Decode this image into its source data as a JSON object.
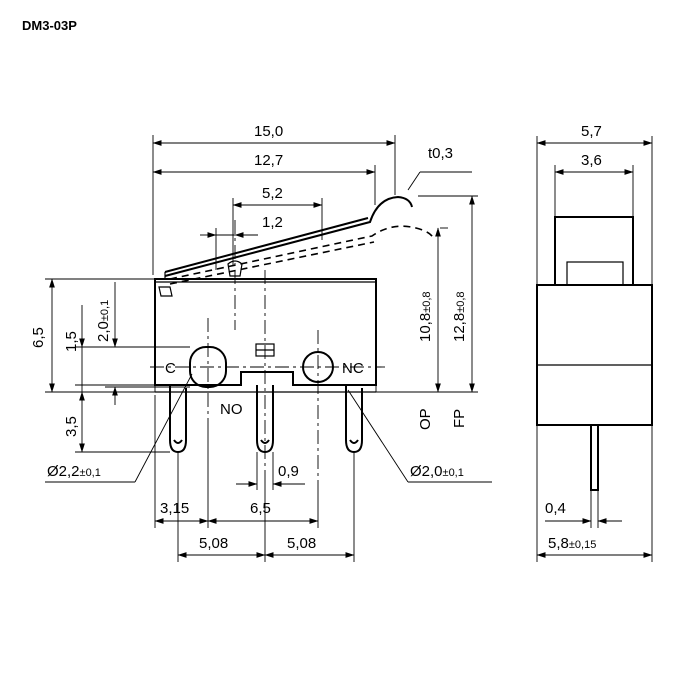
{
  "title": "DM3-03P",
  "terminals": {
    "common": "C",
    "normally_open": "NO",
    "normally_closed": "NC"
  },
  "dims_top": {
    "overall_length": "15,0",
    "lever_length": "12,7",
    "span_5_2": "5,2",
    "span_1_2": "1,2",
    "lever_thickness": "t0,3"
  },
  "dims_left": {
    "body_height_nominal": "6,5",
    "hole_offset": "1,5",
    "hole_height_main": "2,0",
    "hole_height_tol": "±0,1",
    "pin_length": "3,5"
  },
  "dims_right": {
    "op_value": "10,8",
    "op_tol": "±0,8",
    "op_label": "OP",
    "fp_value": "12,8",
    "fp_tol": "±0,8",
    "fp_label": "FP"
  },
  "holes": {
    "left_diameter": "Ø2,2",
    "left_tol": "±0,1",
    "right_diameter": "Ø2,0",
    "right_tol": "±0,1"
  },
  "dims_bottom": {
    "pin_width": "0,9",
    "offset_left": "3,15",
    "center_span": "6,5",
    "pitch_left": "5,08",
    "pitch_right": "5,08"
  },
  "side_view": {
    "width_outer": "5,7",
    "width_plunger": "3,6",
    "pin_width": "0,4",
    "body_width_main": "5,8",
    "body_width_tol": "±0,15"
  }
}
